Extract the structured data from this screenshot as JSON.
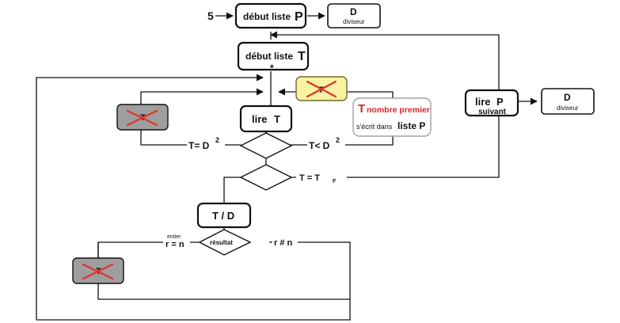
{
  "start_value": "5",
  "nodes": {
    "debut_liste_p": {
      "label": "début liste",
      "var": "P"
    },
    "d_top": {
      "label": "D",
      "sub": "diviseur"
    },
    "debut_liste_t": {
      "label": "début liste",
      "var": "T",
      "mark": "*"
    },
    "lire_t": {
      "label": "lire",
      "var": "T"
    },
    "lire_p": {
      "label": "lire",
      "var": "P",
      "sub": "suivant"
    },
    "d_right": {
      "label": "D",
      "sub": "diviseur"
    },
    "t_div_d": {
      "label": "T / D"
    },
    "resultat": {
      "label": "résultat"
    },
    "crossed_glyph": "T",
    "note": {
      "line1_var": "T",
      "line1_text": "nombre premier",
      "line2_text": "s'écrit dans",
      "line2_target": "liste P"
    }
  },
  "conditions": {
    "t_eq_d2": {
      "text": "T= D",
      "sup": "2"
    },
    "t_lt_d2": {
      "text": "T< D",
      "sup": "2"
    },
    "t_eq_tf": {
      "text": "T = T",
      "sub": "F"
    },
    "r_eq_n": {
      "top": "entier",
      "text": "r = n"
    },
    "r_ne_n": {
      "text": "r # n"
    }
  },
  "colors": {
    "cross": "#e0332b",
    "crossed_box_gray": "#9e9e9e",
    "crossed_box_yellow": "#f6f3a3",
    "note_accent": "#d8262c"
  }
}
